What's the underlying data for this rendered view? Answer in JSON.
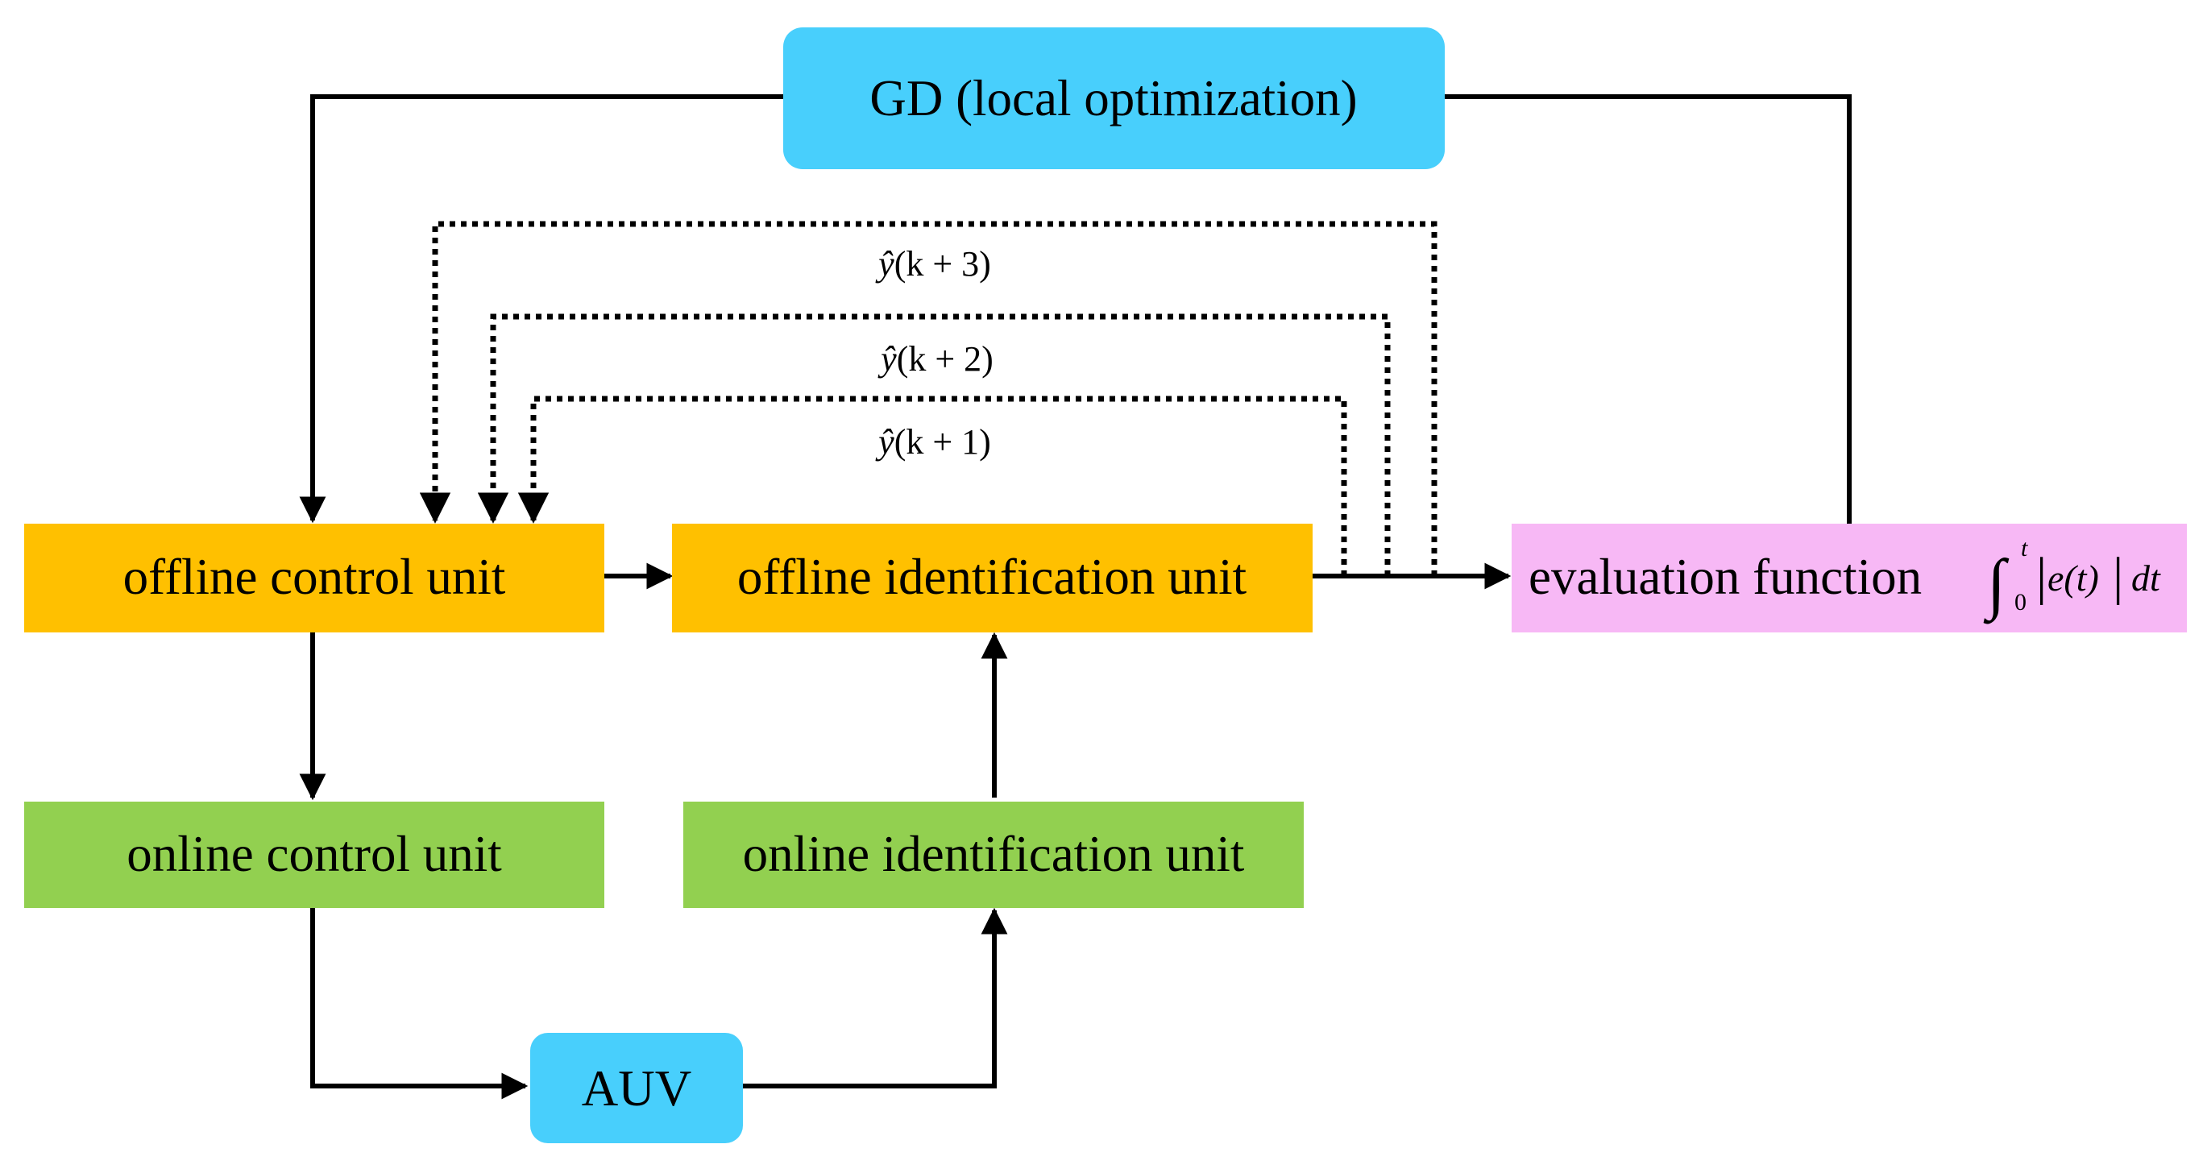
{
  "nodes": {
    "gd": {
      "label": "GD (local optimization)",
      "color": "#48CFFC"
    },
    "offline_control": {
      "label": "offline control unit",
      "color": "#FFC000"
    },
    "offline_identification": {
      "label": "offline identification unit",
      "color": "#FFC000"
    },
    "evaluation": {
      "label": "evaluation function",
      "formula": {
        "integral": "∫",
        "lower_limit": "0",
        "upper_limit": "t",
        "abs_open": "|",
        "integrand": "e(t)",
        "abs_close": "|",
        "differential": "dt"
      },
      "color": "#F7B8F5"
    },
    "online_control": {
      "label": "online control unit",
      "color": "#92D050"
    },
    "online_identification": {
      "label": "online identification unit",
      "color": "#92D050"
    },
    "auv": {
      "label": "AUV",
      "color": "#48CFFC"
    }
  },
  "feedback_labels": [
    {
      "hat": "ŷ",
      "args": "(k + 3)"
    },
    {
      "hat": "ŷ",
      "args": "(k + 2)"
    },
    {
      "hat": "ŷ",
      "args": "(k + 1)"
    }
  ],
  "edges": [
    {
      "from": "gd",
      "to": "offline_control",
      "style": "solid"
    },
    {
      "from": "evaluation",
      "to": "gd",
      "style": "solid"
    },
    {
      "from": "offline_control",
      "to": "offline_identification",
      "style": "solid"
    },
    {
      "from": "offline_identification",
      "to": "evaluation",
      "style": "solid"
    },
    {
      "from": "offline_control",
      "to": "online_control",
      "style": "solid"
    },
    {
      "from": "online_control",
      "to": "auv",
      "style": "solid"
    },
    {
      "from": "auv",
      "to": "online_identification",
      "style": "solid"
    },
    {
      "from": "online_identification",
      "to": "offline_identification",
      "style": "solid"
    },
    {
      "from": "offline_identification",
      "to": "offline_control",
      "style": "dotted",
      "label": "ŷ(k + 3)"
    },
    {
      "from": "offline_identification",
      "to": "offline_control",
      "style": "dotted",
      "label": "ŷ(k + 2)"
    },
    {
      "from": "offline_identification",
      "to": "offline_control",
      "style": "dotted",
      "label": "ŷ(k + 1)"
    }
  ]
}
